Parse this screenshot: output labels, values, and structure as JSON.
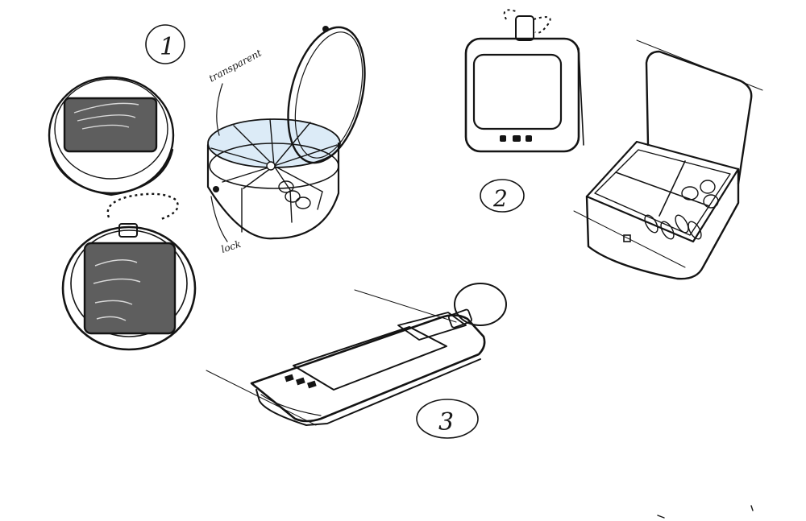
{
  "labels": {
    "concept_1": "1",
    "concept_2": "2",
    "concept_3": "3",
    "transparent_note": "transparent",
    "lock_note": "lock"
  },
  "colors": {
    "ink": "#141414",
    "screen": "#5e5e5e",
    "lid_tint": "#dcebf7",
    "paper": "#ffffff"
  }
}
